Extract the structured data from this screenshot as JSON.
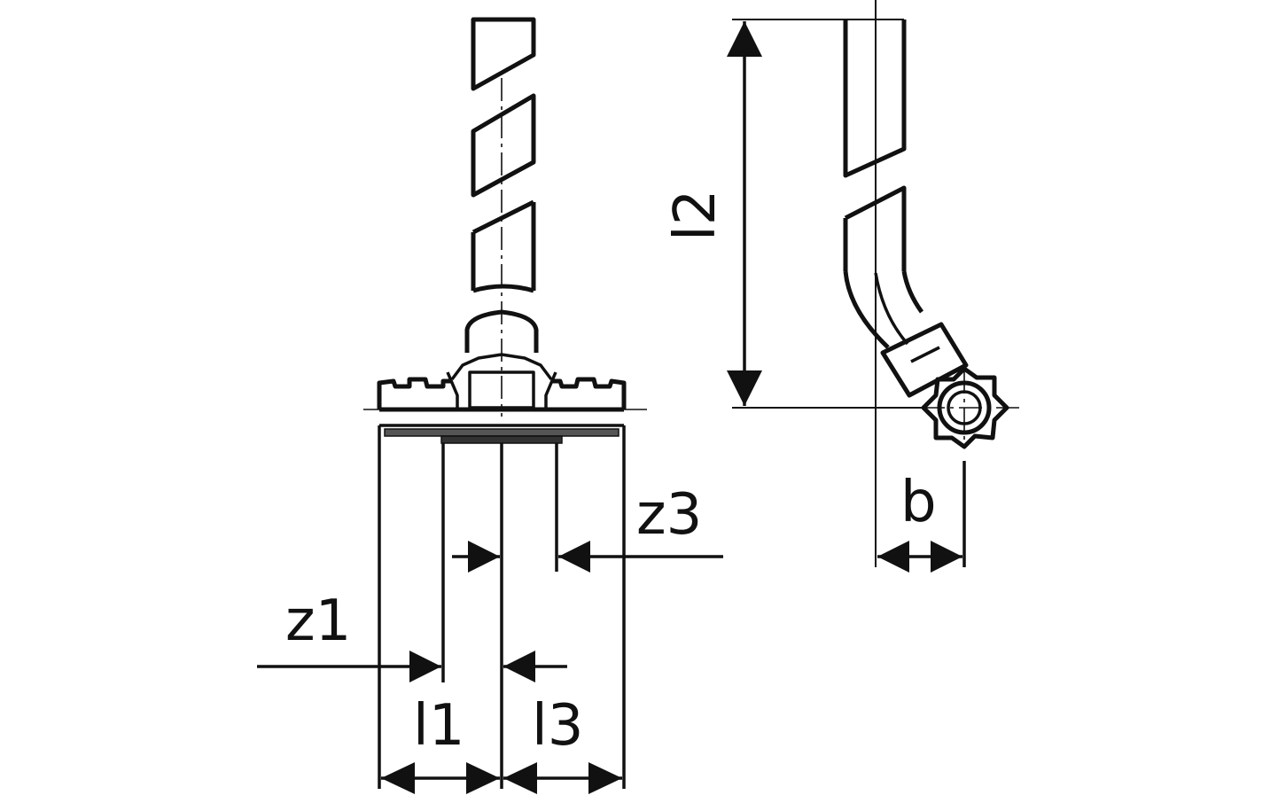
{
  "diagram": {
    "labels": {
      "l1": "l1",
      "l2": "l2",
      "l3": "l3",
      "z1": "z1",
      "z3": "z3",
      "b": "b"
    }
  }
}
